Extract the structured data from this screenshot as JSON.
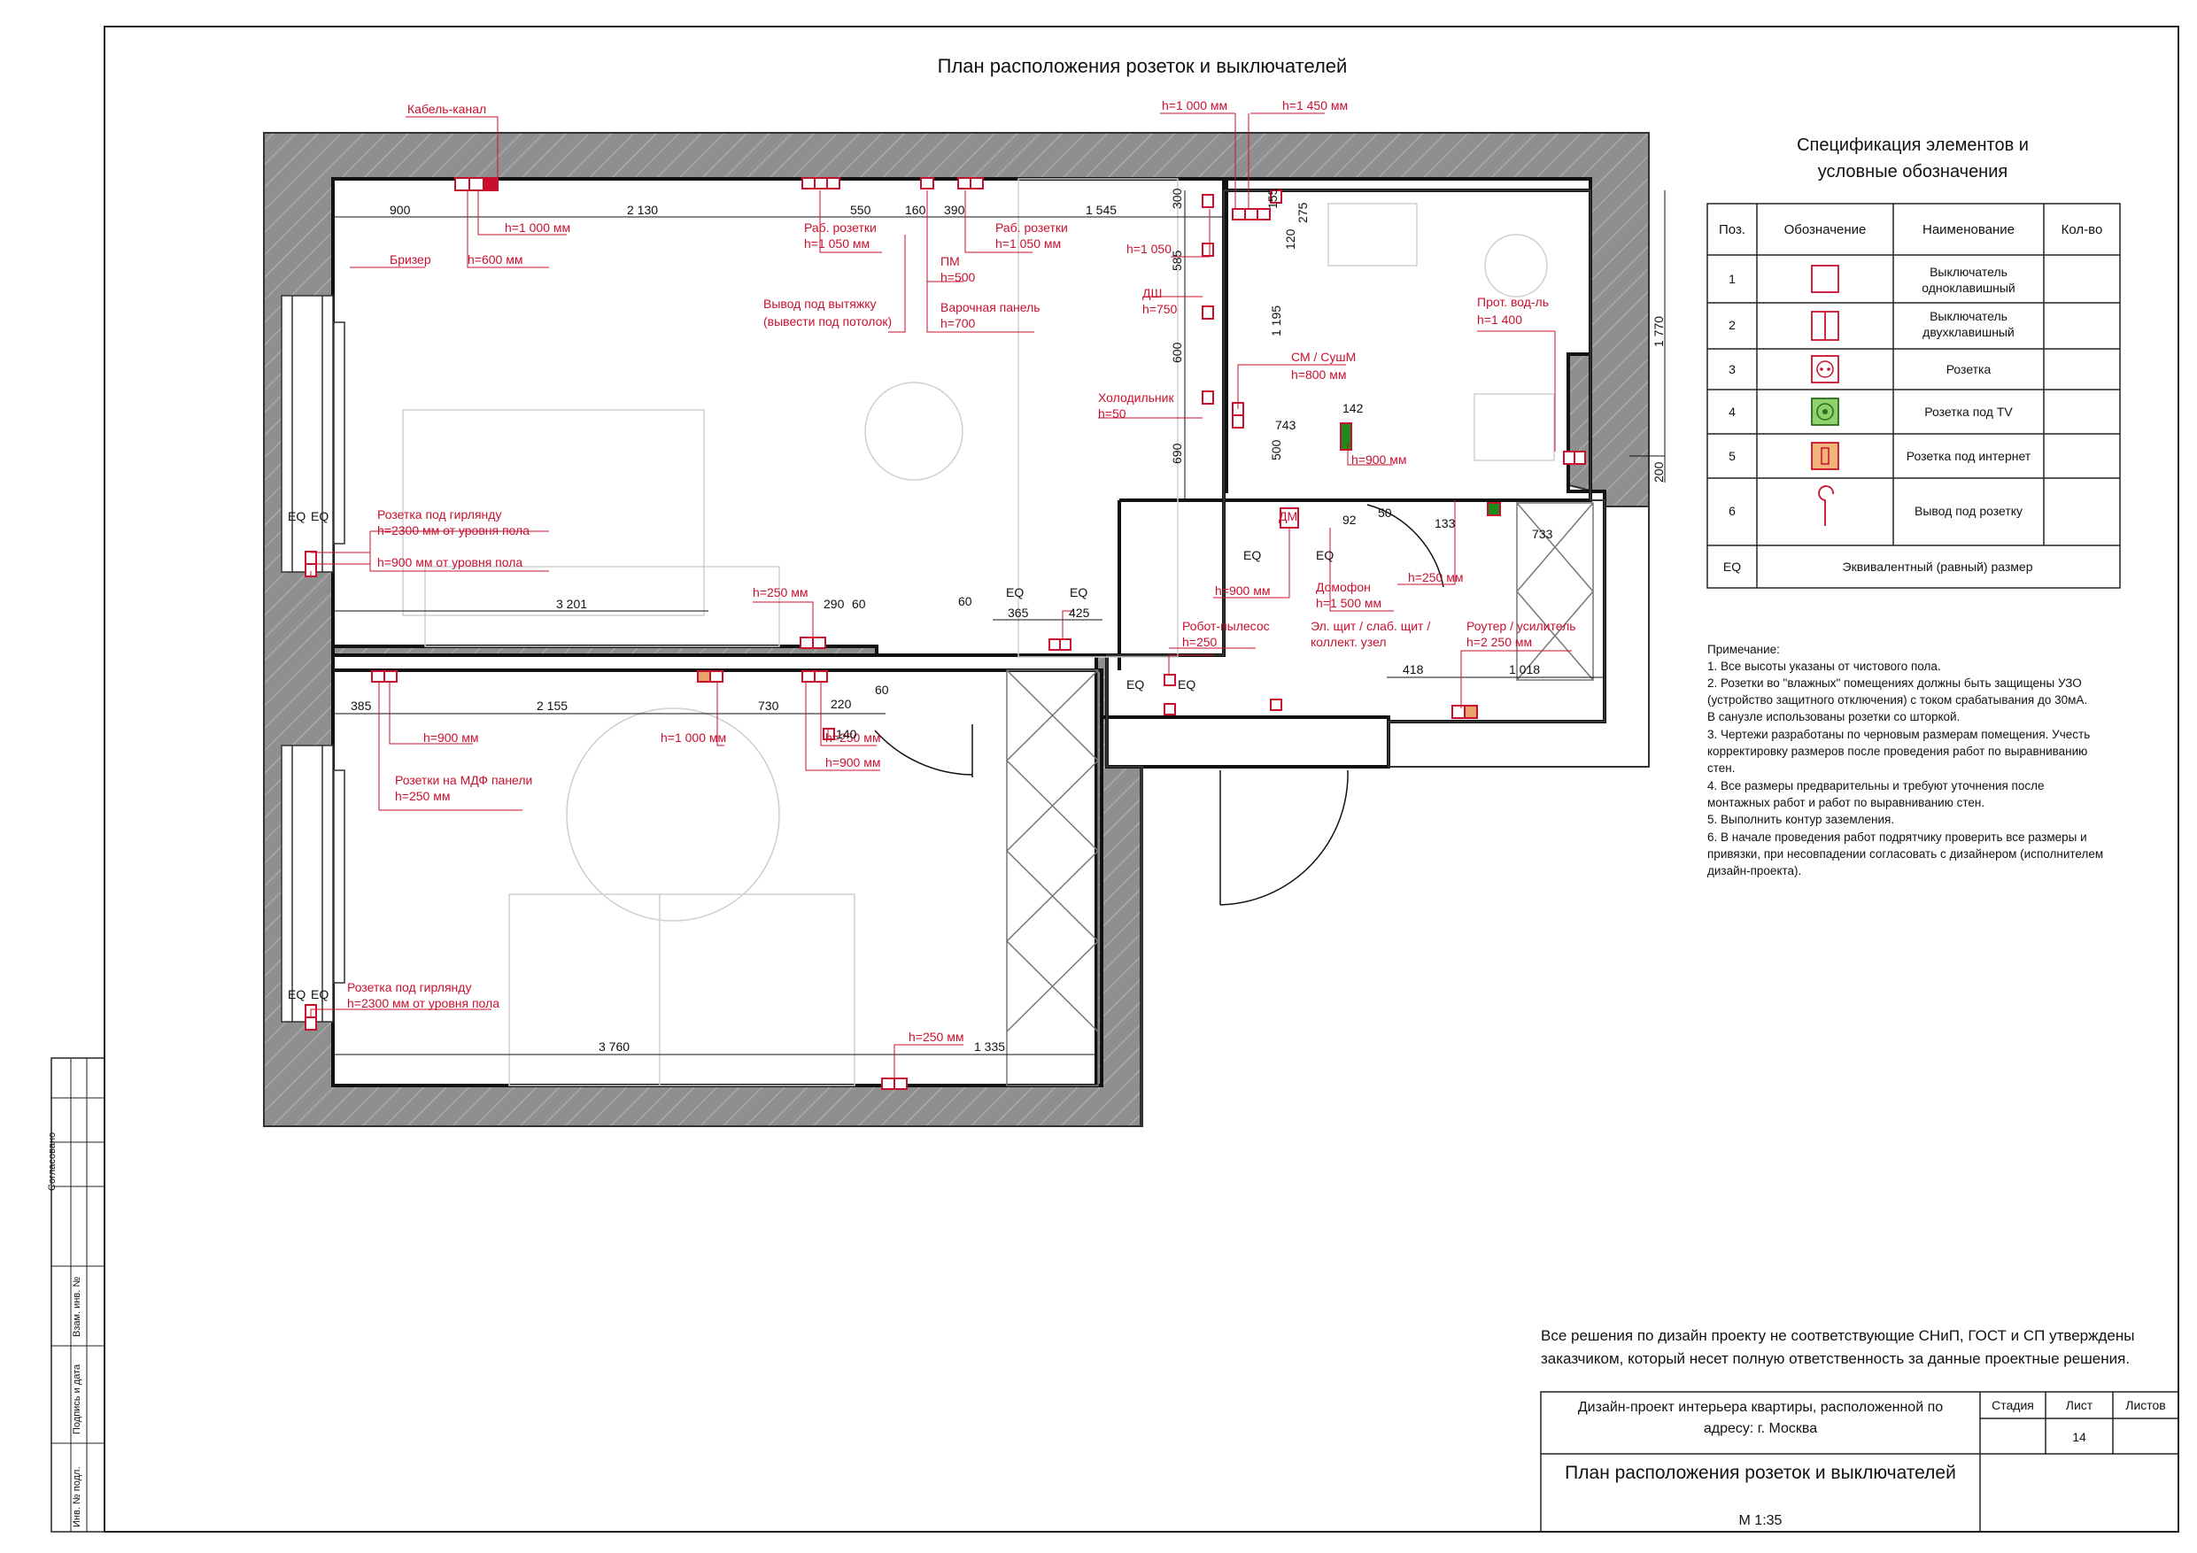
{
  "title": "План расположения розеток и выключателей",
  "spec": {
    "title_line1": "Спецификация элементов и",
    "title_line2": "условные обозначения",
    "headers": [
      "Поз.",
      "Обозначение",
      "Наименование",
      "Кол-во"
    ],
    "rows": [
      {
        "pos": "1",
        "name_line1": "Выключатель",
        "name_line2": "одноклавишный",
        "qty": ""
      },
      {
        "pos": "2",
        "name_line1": "Выключатель",
        "name_line2": "двухклавишный",
        "qty": ""
      },
      {
        "pos": "3",
        "name_line1": "Розетка",
        "name_line2": "",
        "qty": ""
      },
      {
        "pos": "4",
        "name_line1": "Розетка под TV",
        "name_line2": "",
        "qty": ""
      },
      {
        "pos": "5",
        "name_line1": "Розетка под интернет",
        "name_line2": "",
        "qty": ""
      },
      {
        "pos": "6",
        "name_line1": "Вывод под розетку",
        "name_line2": "",
        "qty": ""
      }
    ],
    "eq_code": "EQ",
    "eq_name": "Эквивалентный (равный) размер"
  },
  "notes": {
    "heading": "Примечание:",
    "lines": [
      "1. Все высоты указаны от чистового пола.",
      "2. Розетки во \"влажных\" помещениях должны быть защищены УЗО",
      "(устройство защитного отключения) с током срабатывания до 30мА.",
      "В санузле использованы розетки со шторкой.",
      "3. Чертежи разработаны по черновым размерам помещения. Учесть",
      "корректировку размеров после проведения работ по выравниванию",
      "стен.",
      "4. Все размеры предварительны и требуют уточнения после",
      "монтажных работ и работ по выравниванию стен.",
      "5. Выполнить контур заземления.",
      "6. В начале проведения работ подрятчику проверить все размеры и",
      "привязки, при несовпадении согласовать с дизайнером (исполнителем",
      "дизайн-проекта)."
    ]
  },
  "disclaimer": {
    "line1": "Все решения по дизайн проекту не соответствующие СНиП, ГОСТ и СП утверждены",
    "line2": "заказчиком, который несет полную ответственность за данные проектные решения."
  },
  "stamp": {
    "project_line1": "Дизайн-проект интерьера квартиры, расположенной по",
    "project_line2": "адресу: г. Москва",
    "stage_label": "Стадия",
    "sheet_label": "Лист",
    "sheets_label": "Листов",
    "sheet_value": "14",
    "sheet_title": "План расположения розеток и выключателей",
    "scale": "М 1:35"
  },
  "side_stamp": [
    "Согласовано",
    "Взам. инв. №",
    "Подпись и дата",
    "Инв. № подл."
  ],
  "annotations": {
    "cable": "Кабель-канал",
    "h1000a": "h=1 000 мм",
    "h600": "h=600 мм",
    "breezer": "Бризер",
    "rab1_a": "Раб. розетки",
    "rab1_b": "h=1 050 мм",
    "rab2_a": "Раб. розетки",
    "rab2_b": "h=1 050 мм",
    "pm_a": "ПМ",
    "pm_b": "h=500",
    "hood_a": "Вывод под вытяжку",
    "hood_b": "(вывести под потолок)",
    "cook_a": "Варочная панель",
    "cook_b": "h=700",
    "h1050": "h=1 050",
    "dsh_a": "ДШ",
    "dsh_b": "h=750",
    "fridge_a": "Холодильник",
    "fridge_b": "h=50",
    "h1000top": "h=1 000 мм",
    "h1450top": "h=1 450 мм",
    "sm_a": "СМ / СушМ",
    "sm_b": "h=800 мм",
    "prot_a": "Прот. вод-ль",
    "prot_b": "h=1 400",
    "h900bath": "h=900 мм",
    "garland1_a": "Розетка под гирлянду",
    "garland1_b": "h=2300 мм от уровня пола",
    "garland1_c": "h=900 мм от уровня пола",
    "h250a": "h=250 мм",
    "dm": "ДМ",
    "h900hall": "h=900 мм",
    "intercom_a": "Домофон",
    "intercom_b": "h=1 500 мм",
    "h250hall": "h=250 мм",
    "robot_a": "Робот-пылесос",
    "robot_b": "h=250",
    "panel_a": "Эл. щит / слаб. щит /",
    "panel_b": "коллект. узел",
    "router_a": "Роутер / усилитель",
    "router_b": "h=2 250 мм",
    "h900bed": "h=900 мм",
    "mdf_a": "Розетки на МДФ панели",
    "mdf_b": "h=250 мм",
    "h1000bed": "h=1 000 мм",
    "h250bed": "h=250 мм",
    "h900bed2": "h=900 мм",
    "garland2_a": "Розетка под гирлянду",
    "garland2_b": "h=2300 мм от уровня пола",
    "h250bottom": "h=250 мм"
  },
  "dims": {
    "d900": "900",
    "d2130": "2 130",
    "d550": "550",
    "d160": "160",
    "d390": "390",
    "d1545": "1 545",
    "d300": "300",
    "d585": "585",
    "d600": "600",
    "d690": "690",
    "d155": "155",
    "d275": "275",
    "d120": "120",
    "d1195": "1 195",
    "d1770": "1 770",
    "d200": "200",
    "d743": "743",
    "d142": "142",
    "d500": "500",
    "d92": "92",
    "d50": "50",
    "d133": "133",
    "d733": "733",
    "d3201": "3 201",
    "d290": "290",
    "d60a": "60",
    "d60b": "60",
    "d60c": "60",
    "d365": "365",
    "d425": "425",
    "d418": "418",
    "d1018": "1 018",
    "d385": "385",
    "d2155": "2 155",
    "d730": "730",
    "d220": "220",
    "d140": "140",
    "d3760": "3 760",
    "d1335": "1 335",
    "eq": "EQ"
  }
}
